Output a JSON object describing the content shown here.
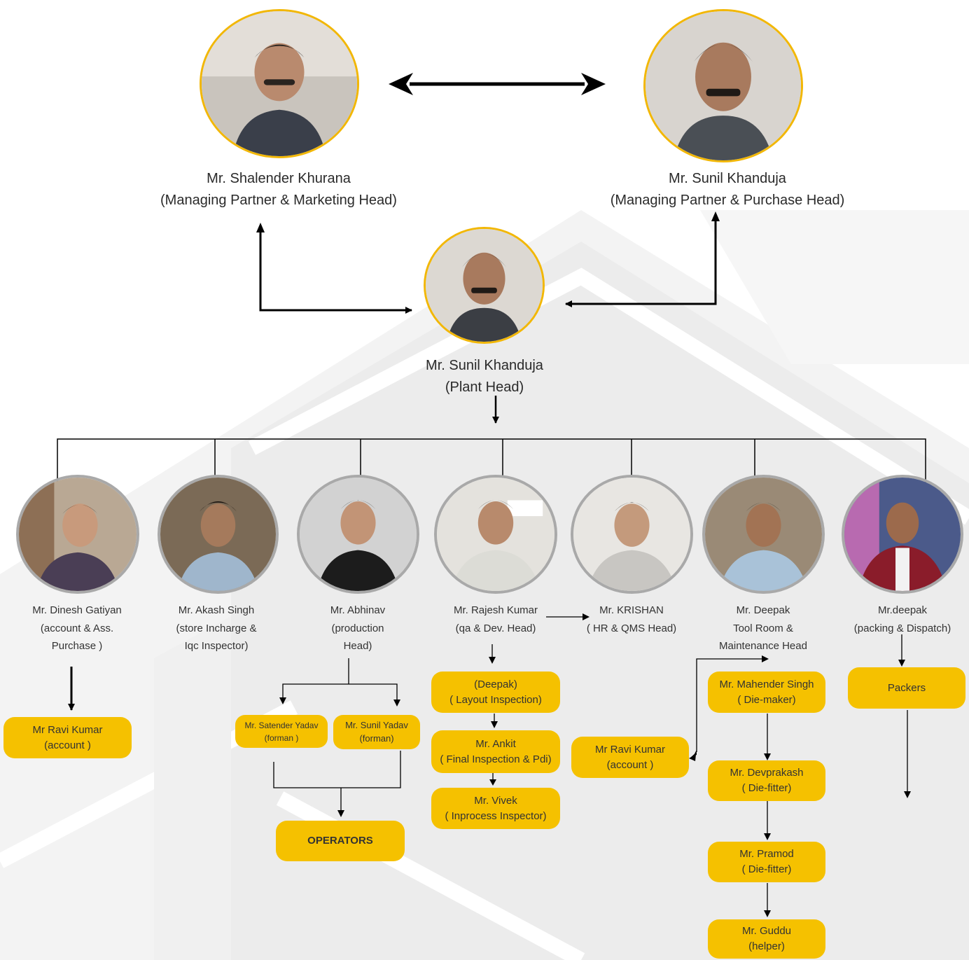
{
  "colors": {
    "gold": "#f5c100",
    "ring_gold": "#f2b705",
    "ring_grey": "#a9a9a9",
    "line": "#000000",
    "background": "#ffffff"
  },
  "top": {
    "left": {
      "name": "Mr. Shalender Khurana",
      "role": "(Managing Partner & Marketing Head)",
      "icon": "portrait-photo"
    },
    "right": {
      "name": "Mr. Sunil Khanduja",
      "role": "(Managing Partner & Purchase Head)",
      "icon": "portrait-photo"
    }
  },
  "plant_head": {
    "name": "Mr. Sunil Khanduja",
    "role": "(Plant Head)",
    "icon": "portrait-photo"
  },
  "staff": [
    {
      "lines": [
        "Mr. Dinesh Gatiyan",
        "(account & Ass.",
        "Purchase )"
      ]
    },
    {
      "lines": [
        "Mr. Akash Singh",
        "(store Incharge &",
        "Iqc Inspector)"
      ]
    },
    {
      "lines": [
        "Mr. Abhinav",
        "(production",
        "Head)"
      ]
    },
    {
      "lines": [
        "Mr. Rajesh Kumar",
        "(qa & Dev. Head)"
      ]
    },
    {
      "lines": [
        "Mr. KRISHAN",
        "( HR & QMS Head)"
      ]
    },
    {
      "lines": [
        "Mr. Deepak",
        "Tool Room &",
        "Maintenance Head"
      ]
    },
    {
      "lines": [
        "Mr.deepak",
        "(packing & Dispatch)"
      ]
    }
  ],
  "boxes": {
    "ravi_account_left": [
      "Mr Ravi Kumar",
      "(account )"
    ],
    "satender": [
      "Mr. Satender Yadav",
      "(forman )"
    ],
    "sunil_yadav": [
      "Mr. Sunil Yadav",
      "(forman)"
    ],
    "operators": [
      "OPERATORS"
    ],
    "deepak_layout": [
      "(Deepak)",
      "( Layout Inspection)"
    ],
    "ankit": [
      "Mr. Ankit",
      "( Final Inspection & Pdi)"
    ],
    "vivek": [
      "Mr. Vivek",
      "( Inprocess Inspector)"
    ],
    "ravi_account_right": [
      "Mr Ravi Kumar",
      "(account )"
    ],
    "mahender": [
      "Mr. Mahender Singh",
      "( Die-maker)"
    ],
    "devprakash": [
      "Mr. Devprakash",
      "( Die-fitter)"
    ],
    "pramod": [
      "Mr. Pramod",
      "( Die-fitter)"
    ],
    "guddu": [
      "Mr. Guddu",
      "(helper)"
    ],
    "packers": [
      "Packers"
    ]
  }
}
